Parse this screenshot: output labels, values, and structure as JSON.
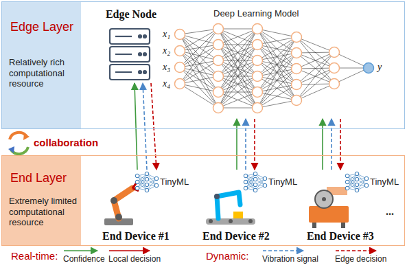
{
  "diagram": {
    "nodes": [
      {
        "text": [
          "Edge Layer",
          "Relatively rich computational resource"
        ]
      },
      {
        "text": [
          "Edge Node"
        ],
        "in": 0
      },
      {
        "text": [
          "Deep Learning Model"
        ],
        "in": 0
      },
      {
        "text": [
          "End Layer",
          "Extremely limited computational resource"
        ]
      },
      {
        "text": [
          "TinyML",
          "End Device #1"
        ],
        "in": 3
      },
      {
        "text": [
          "TinyML",
          "End Device #2"
        ],
        "in": 3
      },
      {
        "text": [
          "TinyML",
          "End Device #3"
        ],
        "in": 3
      }
    ],
    "edges": [
      {
        "from": 4,
        "to": 1,
        "arrow": "to"
      },
      {
        "from": 4,
        "to": 1,
        "arrow": "to"
      },
      {
        "from": 1,
        "to": 4,
        "arrow": "to"
      },
      {
        "from": 5,
        "to": 2,
        "arrow": "to"
      },
      {
        "from": 5,
        "to": 2,
        "arrow": "to"
      },
      {
        "from": 2,
        "to": 5,
        "arrow": "to"
      },
      {
        "from": 6,
        "to": 2,
        "arrow": "to"
      },
      {
        "from": 6,
        "to": 2,
        "arrow": "to"
      },
      {
        "from": 2,
        "to": 6,
        "arrow": "to"
      }
    ],
    "labels": [
      "x₁",
      "x₂",
      "x₃",
      "x₄",
      "y",
      "collaboration",
      "...",
      "Real-time:",
      "Dynamic:"
    ],
    "legend": [
      {
        "text": "Confidence"
      },
      {
        "text": "Local decision"
      },
      {
        "text": "Vibration signal"
      },
      {
        "text": "Edge decision"
      }
    ]
  }
}
